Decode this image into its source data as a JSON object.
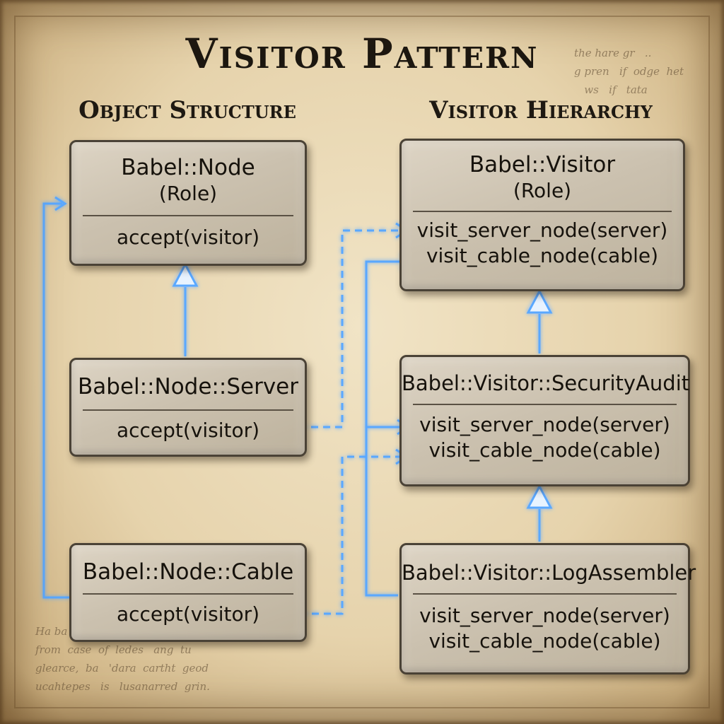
{
  "title": "Visitor Pattern",
  "headings": {
    "object_structure": "Object Structure",
    "visitor_hierarchy": "Visitor Hierarchy"
  },
  "nodes": {
    "node": {
      "name": "Babel::Node",
      "role": "(Role)",
      "methods": [
        "accept(visitor)"
      ]
    },
    "server": {
      "name": "Babel::Node::Server",
      "methods": [
        "accept(visitor)"
      ]
    },
    "cable": {
      "name": "Babel::Node::Cable",
      "methods": [
        "accept(visitor)"
      ]
    },
    "visitor": {
      "name": "Babel::Visitor",
      "role": "(Role)",
      "methods": [
        "visit_server_node(server)",
        "visit_cable_node(cable)"
      ]
    },
    "security": {
      "name": "Babel::Visitor::SecurityAudit",
      "methods": [
        "visit_server_node(server)",
        "visit_cable_node(cable)"
      ]
    },
    "log": {
      "name": "Babel::Visitor::LogAssembler",
      "methods": [
        "visit_server_node(server)",
        "visit_cable_node(cable)"
      ]
    }
  },
  "colors": {
    "connector": "#5aa8ff",
    "connector_glow": "#bfe0ff",
    "ink": "#16120c",
    "stone": "#cbc1af"
  }
}
